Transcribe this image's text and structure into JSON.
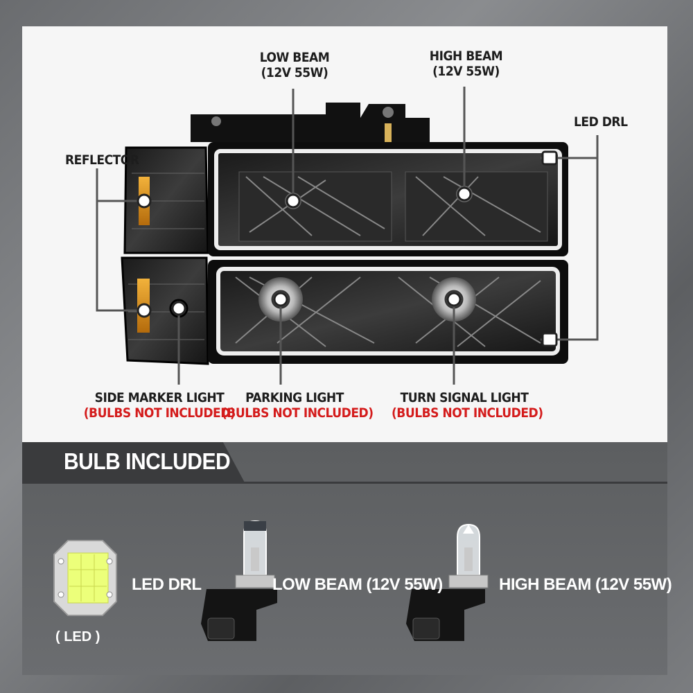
{
  "callouts": {
    "low_beam": {
      "line1": "LOW BEAM",
      "line2": "(12V 55W)"
    },
    "high_beam": {
      "line1": "HIGH BEAM",
      "line2": "(12V 55W)"
    },
    "led_drl": "LED DRL",
    "reflector": "REFLECTOR",
    "side_marker": {
      "name": "SIDE MARKER LIGHT",
      "note": "(BULBS NOT INCLUDED)"
    },
    "parking": {
      "name": "PARKING LIGHT",
      "note": "(BULBS NOT INCLUDED)"
    },
    "turn_signal": {
      "name": "TURN SIGNAL LIGHT",
      "note": "(BULBS NOT INCLUDED)"
    }
  },
  "bulbs_section": {
    "title": "BULB INCLUDED",
    "items": [
      {
        "label": "LED DRL",
        "caption": "( LED )",
        "icon": "led-chip-icon"
      },
      {
        "label": "LOW BEAM (12V 55W)",
        "icon": "halogen-bulb-icon"
      },
      {
        "label": "HIGH BEAM (12V 55W)",
        "icon": "halogen-bulb-icon"
      }
    ]
  },
  "colors": {
    "accent_red": "#d41c1c",
    "banner": "#3a3b3d",
    "text_dark": "#1d1d1d"
  }
}
